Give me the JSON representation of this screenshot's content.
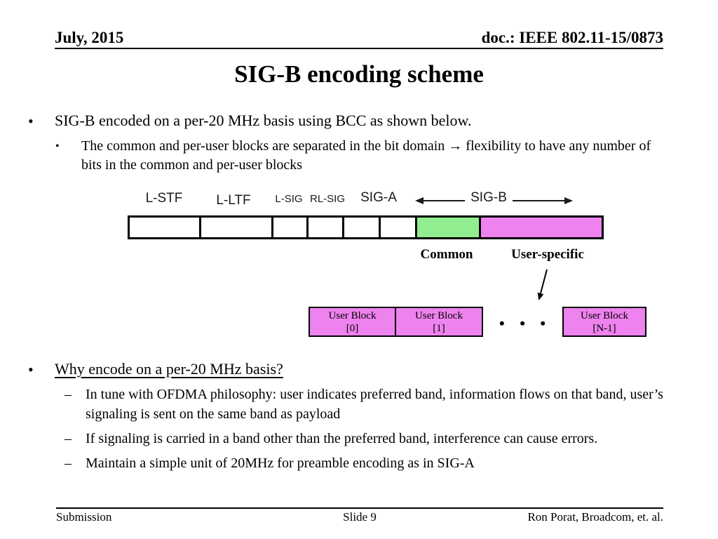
{
  "header": {
    "date_label": "July, 2015",
    "doc_label": "doc.: IEEE 802.11-15/0873"
  },
  "title": "SIG-B encoding scheme",
  "section1": {
    "bullet_marker": "•",
    "bullet": "SIG-B encoded on a per-20 MHz basis using BCC as shown below.",
    "sub_bullet_marker": "•",
    "sub_bullet": "The common and per-user blocks are separated in the bit domain → flexibility to have any number of bits in the common and per-user blocks"
  },
  "diagram": {
    "labels": {
      "lstf": "L-STF",
      "lltf": "L-LTF",
      "lsig": "L-SIG",
      "rlsig": "RL-SIG",
      "siga": "SIG-A",
      "sigb": "SIG-B"
    },
    "common_label": "Common",
    "user_specific_label": "User-specific",
    "colors": {
      "common_fill": "#90EE90",
      "user_fill": "#EE82EE"
    },
    "user_blocks": [
      {
        "line1": "User Block",
        "line2": "[0]"
      },
      {
        "line1": "User Block",
        "line2": "[1]"
      },
      {
        "line1": "User Block",
        "line2": "[N-1]"
      }
    ],
    "ellipsis": "• • •"
  },
  "section2": {
    "bullet_marker": "•",
    "bullet": "Why encode on a per-20 MHz basis?",
    "dash_marker": "–",
    "items": [
      "In tune with OFDMA philosophy: user indicates preferred band, information flows on that band, user’s signaling is sent on the same band as payload",
      "If signaling is carried in a band other than the preferred band, interference can cause errors.",
      "Maintain a simple unit of 20MHz for preamble encoding as in SIG-A"
    ]
  },
  "footer": {
    "left": "Submission",
    "center": "Slide 9",
    "right": "Ron Porat, Broadcom, et. al."
  }
}
